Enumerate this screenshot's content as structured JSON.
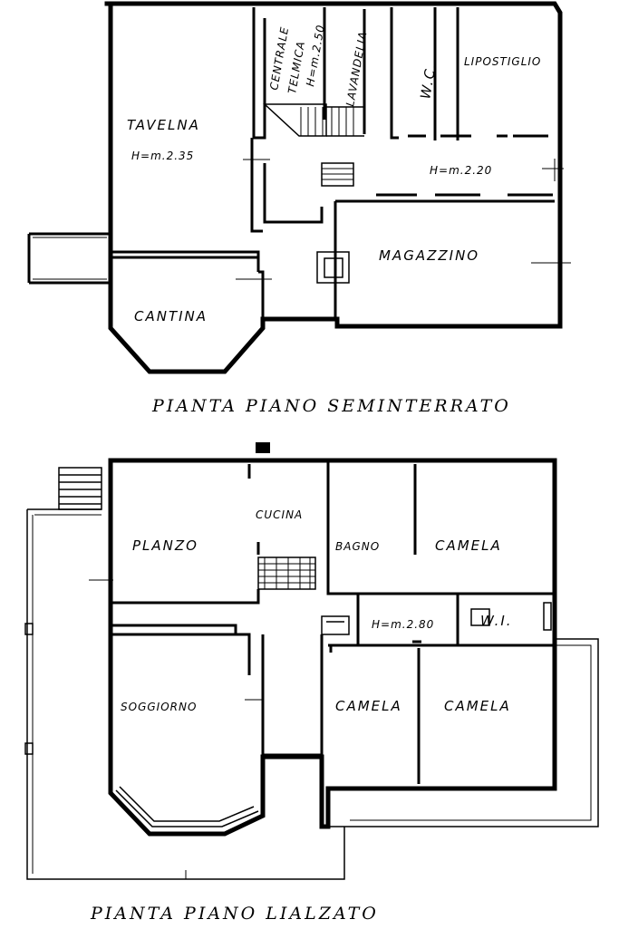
{
  "basement": {
    "caption": "PIANTA PIANO SEMINTERRATO",
    "rooms": {
      "tavelna": "TAVELNA",
      "tavelna_h": "H=m.2.35",
      "centrale_a": "CENTRALE",
      "centrale_b": "TELMICA",
      "centrale_h": "H=m.2.50",
      "lavanderia": "LAVANDELIA",
      "wc": "W.C.",
      "ripostiglio": "LIPOSTIGLIO",
      "corridor_h": "H=m.2.20",
      "magazzino": "MAGAZZINO",
      "cantina": "CANTINA"
    }
  },
  "ground": {
    "caption": "PIANTA PIANO LIALZATO",
    "rooms": {
      "cucina": "CUCINA",
      "pranzo": "PLANZO",
      "bagno": "BAGNO",
      "camera1": "CAMELA",
      "hall_h": "H=m.2.80",
      "wc": "W.I.",
      "soggiorno": "SOGGIORNO",
      "camera2": "CAMELA",
      "camera3": "CAMELA"
    }
  }
}
